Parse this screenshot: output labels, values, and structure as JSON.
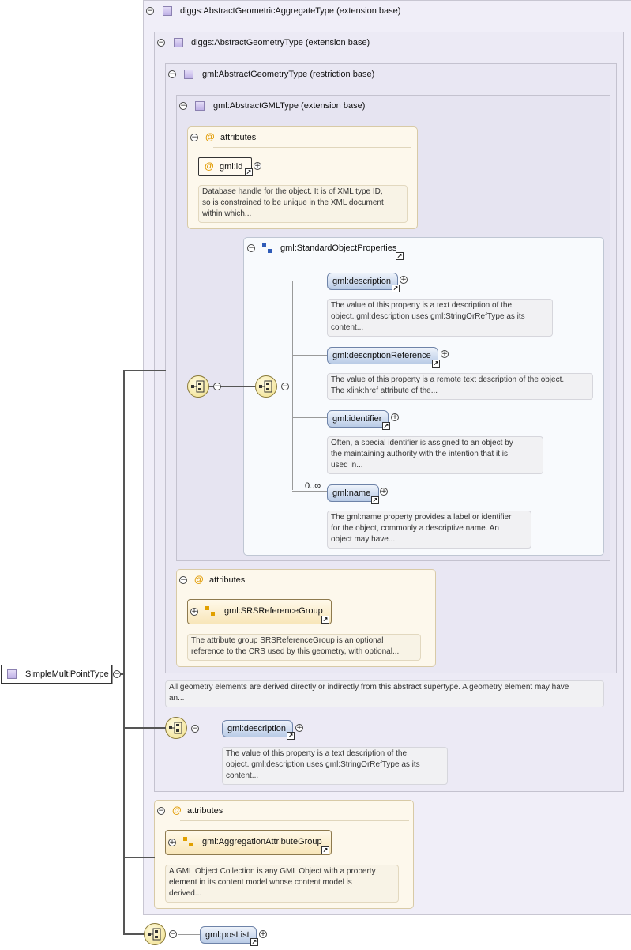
{
  "root_type": {
    "label": "SimpleMultiPointType"
  },
  "boxes": {
    "b1": {
      "label": "diggs:AbstractGeometricAggregateType (extension base)"
    },
    "b2": {
      "label": "diggs:AbstractGeometryType (extension base)"
    },
    "b3": {
      "label": "gml:AbstractGeometryType (restriction base)"
    },
    "b4": {
      "label": "gml:AbstractGMLType (extension base)"
    }
  },
  "attr1": {
    "title": "attributes",
    "item": "gml:id",
    "doc": [
      "Database handle for the object. It is of XML type ID,",
      "so is constrained to be unique in the XML document",
      "within which..."
    ]
  },
  "sop": {
    "title": "gml:StandardObjectProperties",
    "elements": [
      {
        "label": "gml:description",
        "doc": [
          "The value of this property is a text description of the",
          "object. gml:description uses gml:StringOrRefType as its",
          "content..."
        ]
      },
      {
        "label": "gml:descriptionReference",
        "doc": [
          "The value of this property is a remote text description of the object.",
          "The xlink:href attribute of the..."
        ]
      },
      {
        "label": "gml:identifier",
        "doc": [
          "Often, a special identifier is assigned to an object by",
          "the maintaining authority with the intention that it is",
          "used in..."
        ]
      },
      {
        "label": "gml:name",
        "cardinality": "0..∞",
        "doc": [
          "The gml:name property provides a label or identifier",
          "for the object, commonly a descriptive name. An",
          "object may have..."
        ]
      }
    ]
  },
  "attr2": {
    "title": "attributes",
    "group": "gml:SRSReferenceGroup",
    "doc": [
      "The attribute group SRSReferenceGroup is an optional",
      "reference to the CRS used by this geometry, with optional..."
    ]
  },
  "geom_doc": [
    "All geometry elements are derived directly or indirectly from this abstract supertype. A geometry element may have",
    "an..."
  ],
  "desc2": {
    "label": "gml:description",
    "doc": [
      "The value of this property is a text description of the",
      "object. gml:description uses gml:StringOrRefType as its",
      "content..."
    ]
  },
  "attr3": {
    "title": "attributes",
    "group": "gml:AggregationAttributeGroup",
    "doc": [
      "A GML Object Collection is any GML Object with a property",
      "element in its content model whose content model is",
      "derived..."
    ]
  },
  "poslist": {
    "label": "gml:posList"
  },
  "symbols": {
    "collapse": "−",
    "expand": "+",
    "link_arrow": "↗",
    "at": "@"
  }
}
